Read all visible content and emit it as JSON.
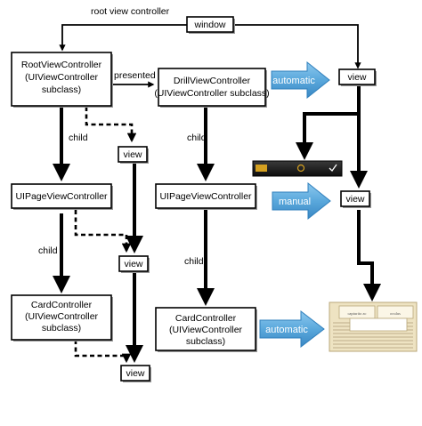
{
  "labels": {
    "root_view_controller": "root view controller",
    "presented": "presented",
    "child_left_1": "child",
    "child_left_2": "child",
    "child_mid_1": "child",
    "child_mid_2": "child"
  },
  "boxes": {
    "window": "window",
    "root_vc": [
      "RootViewController",
      "(UIViewController",
      "subclass)"
    ],
    "drill_vc": [
      "DrillViewController",
      "(UIViewController subclass)"
    ],
    "view_top_right": "view",
    "view_left_1": "view",
    "page_vc_left": "UIPageViewController",
    "page_vc_mid": "UIPageViewController",
    "view_right_mid": "view",
    "view_left_2": "view",
    "card_left": [
      "CardController",
      "(UIViewController",
      "subclass)"
    ],
    "card_mid": [
      "CardController",
      "(UIViewController",
      "subclass)"
    ],
    "view_left_3": "view"
  },
  "arrows": {
    "automatic_top": "automatic",
    "manual": "manual",
    "automatic_bottom": "automatic"
  },
  "screens": {
    "navbar_screen": "",
    "page_screen": [
      "capturito ac",
      "oculus"
    ]
  },
  "colors": {
    "arrow_fill": "#5aa8dc",
    "arrow_fill_dark": "#2f7fbc",
    "box_border": "#000000",
    "navbar_bg": "#1a1a1a",
    "navbar_accent": "#d4a020",
    "paper": "#eee3c2"
  }
}
